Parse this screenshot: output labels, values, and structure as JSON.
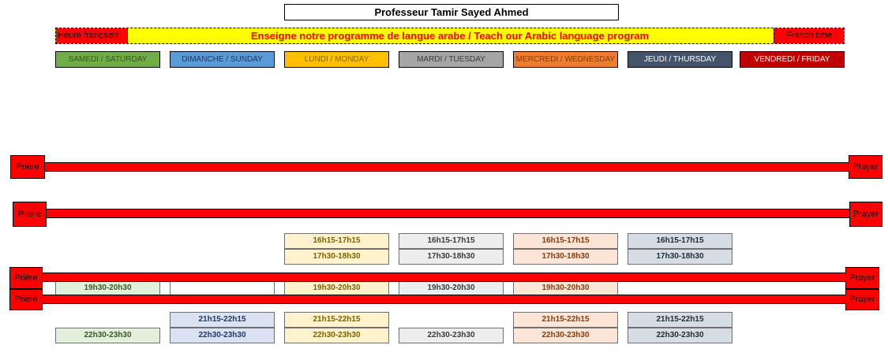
{
  "title": "Professeur Tamir Sayed Ahmed",
  "banner": {
    "left_label": "Heure française",
    "center": "Enseigne notre programme de langue arabe / Teach our Arabic language program",
    "right_label": "French time"
  },
  "days": [
    {
      "label": "SAMEDI / SATURDAY",
      "color": "#70ad47",
      "text_color": "#375623"
    },
    {
      "label": "DIMANCHE / SUNDAY",
      "color": "#5b9bd5",
      "text_color": "#1f3864"
    },
    {
      "label": "LUNDI / MONDAY",
      "color": "#ffc000",
      "text_color": "#7f6000"
    },
    {
      "label": "MARDI / TUESDAY",
      "color": "#a5a5a5",
      "text_color": "#3a3a3a"
    },
    {
      "label": "MERCREDI / WEDNESDAY",
      "color": "#ed7d31",
      "text_color": "#833c0b"
    },
    {
      "label": "JEUDI / THURSDAY",
      "color": "#44546a",
      "text_color": "#ffffff"
    },
    {
      "label": "VENDREDI / FRIDAY",
      "color": "#c00000",
      "text_color": "#ffffff"
    }
  ],
  "prayer": {
    "left": "Prière",
    "right": "Prayer"
  },
  "slots": [
    {
      "day": 2,
      "row": "r1",
      "label": "16h15-17h15"
    },
    {
      "day": 3,
      "row": "r1",
      "label": "16h15-17h15"
    },
    {
      "day": 4,
      "row": "r1",
      "label": "16h15-17h15"
    },
    {
      "day": 5,
      "row": "r1",
      "label": "16h15-17h15"
    },
    {
      "day": 2,
      "row": "r2",
      "label": "17h30-18h30"
    },
    {
      "day": 3,
      "row": "r2",
      "label": "17h30-18h30"
    },
    {
      "day": 4,
      "row": "r2",
      "label": "17h30-18h30"
    },
    {
      "day": 5,
      "row": "r2",
      "label": "17h30-18h30"
    },
    {
      "day": 0,
      "row": "r3",
      "label": "19h30-20h30"
    },
    {
      "day": 1,
      "row": "r3",
      "label": ""
    },
    {
      "day": 2,
      "row": "r3",
      "label": "19h30-20h30"
    },
    {
      "day": 3,
      "row": "r3",
      "label": "19h30-20h30"
    },
    {
      "day": 4,
      "row": "r3",
      "label": "19h30-20h30"
    },
    {
      "day": 1,
      "row": "r4",
      "label": "21h15-22h15"
    },
    {
      "day": 2,
      "row": "r4",
      "label": "21h15-22h15"
    },
    {
      "day": 4,
      "row": "r4",
      "label": "21h15-22h15"
    },
    {
      "day": 5,
      "row": "r4",
      "label": "21h15-22h15"
    },
    {
      "day": 0,
      "row": "r5",
      "label": "22h30-23h30"
    },
    {
      "day": 1,
      "row": "r5",
      "label": "22h30-23h30"
    },
    {
      "day": 2,
      "row": "r5",
      "label": "22h30-23h30"
    },
    {
      "day": 3,
      "row": "r5",
      "label": "22h30-23h30"
    },
    {
      "day": 4,
      "row": "r5",
      "label": "22h30-23h30"
    },
    {
      "day": 5,
      "row": "r5",
      "label": "22h30-23h30"
    }
  ],
  "slot_styles": [
    {
      "bg": "#e2efda",
      "fg": "#375623"
    },
    {
      "bg": "#d9e1f2",
      "fg": "#1f3864"
    },
    {
      "bg": "#fff2cc",
      "fg": "#7f6000"
    },
    {
      "bg": "#ededed",
      "fg": "#3a3a3a"
    },
    {
      "bg": "#fce4d6",
      "fg": "#833c0b"
    },
    {
      "bg": "#d6dce4",
      "fg": "#222b35"
    }
  ]
}
